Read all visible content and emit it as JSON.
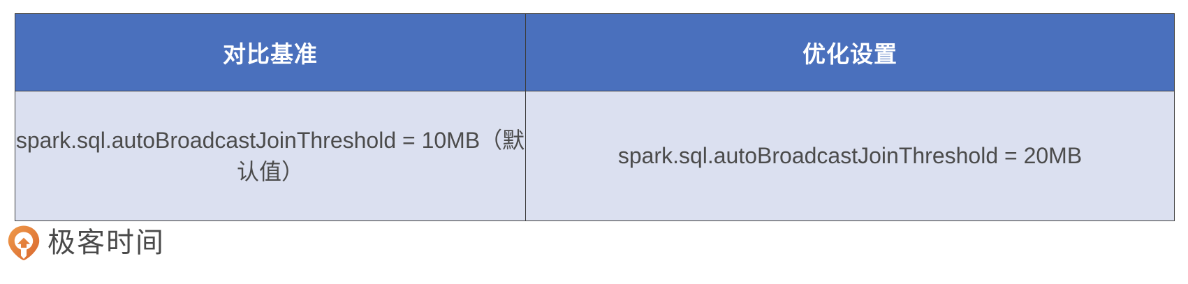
{
  "table": {
    "columns": [
      {
        "key": "baseline",
        "header": "对比基准"
      },
      {
        "key": "optimized",
        "header": "优化设置"
      }
    ],
    "rows": [
      {
        "baseline": "spark.sql.autoBroadcastJoinThreshold = 10MB（默认值）",
        "optimized": "spark.sql.autoBroadcastJoinThreshold = 20MB"
      }
    ],
    "colors": {
      "header_bg": "#4a70bd",
      "header_text": "#ffffff",
      "body_bg": "#dbe0f0",
      "body_text": "#4b4b4b",
      "border": "#3c3c3c"
    }
  },
  "brand": {
    "name": "极客时间",
    "icon": "geektime-pin-icon",
    "icon_color": "#e8833a",
    "text_color": "#4a4a4a"
  }
}
